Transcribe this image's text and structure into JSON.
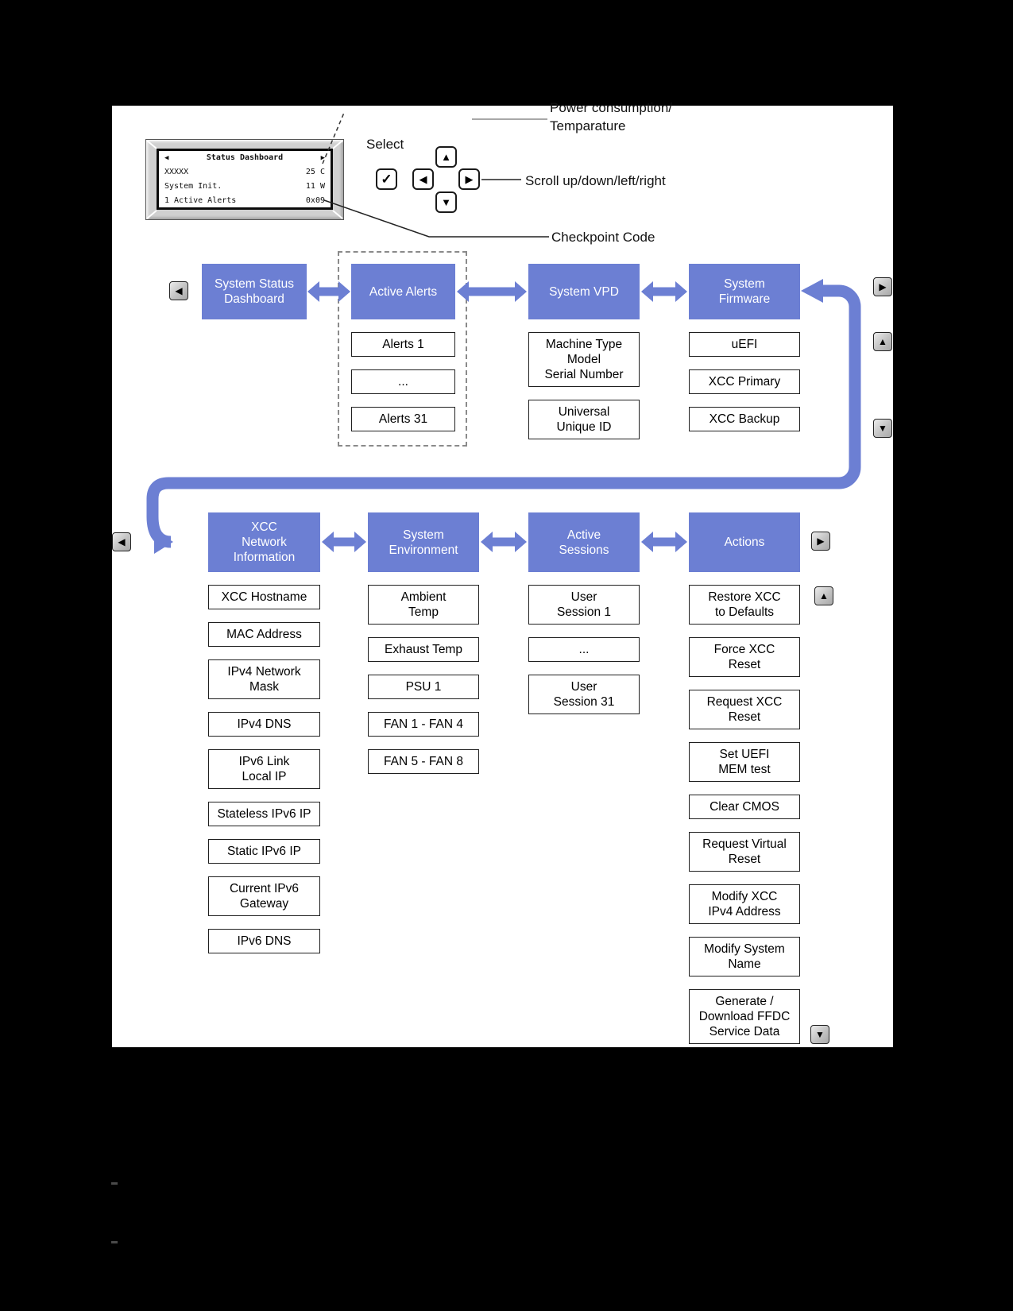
{
  "lcd": {
    "title": "Status Dashboard",
    "rows": [
      {
        "left": "XXXXX",
        "right": "25 C"
      },
      {
        "left": "System Init.",
        "right": "11 W"
      },
      {
        "left": "1 Active Alerts",
        "right": "0x09"
      }
    ]
  },
  "callouts": {
    "select": "Select",
    "scroll": "Scroll up/down/left/right",
    "power": "Power consumption/\nTemparature",
    "checkpoint": "Checkpoint Code"
  },
  "icons": {
    "check": "✓",
    "left": "◀",
    "right": "▶",
    "up": "▲",
    "down": "▼"
  },
  "colors": {
    "accent_blue": "#6C7FD3"
  },
  "menu": {
    "row1": [
      {
        "id": "system-status-dashboard",
        "title": "System Status\nDashboard",
        "items": []
      },
      {
        "id": "active-alerts",
        "title": "Active Alerts",
        "items": [
          "Alerts 1",
          "...",
          "Alerts 31"
        ]
      },
      {
        "id": "system-vpd",
        "title": "System VPD",
        "items": [
          "Machine Type\nModel\nSerial Number",
          "Universal\nUnique ID"
        ]
      },
      {
        "id": "system-firmware",
        "title": "System\nFirmware",
        "items": [
          "uEFI",
          "XCC Primary",
          "XCC Backup"
        ]
      }
    ],
    "row2": [
      {
        "id": "xcc-network-information",
        "title": "XCC\nNetwork\nInformation",
        "items": [
          "XCC Hostname",
          "MAC Address",
          "IPv4 Network\nMask",
          "IPv4 DNS",
          "IPv6 Link\nLocal IP",
          "Stateless IPv6 IP",
          "Static IPv6 IP",
          "Current IPv6\nGateway",
          "IPv6 DNS"
        ]
      },
      {
        "id": "system-environment",
        "title": "System\nEnvironment",
        "items": [
          "Ambient\nTemp",
          "Exhaust Temp",
          "PSU 1",
          "FAN 1 - FAN 4",
          "FAN 5 - FAN 8"
        ]
      },
      {
        "id": "active-sessions",
        "title": "Active\nSessions",
        "items": [
          "User\nSession 1",
          "...",
          "User\nSession 31"
        ]
      },
      {
        "id": "actions",
        "title": "Actions",
        "items": [
          "Restore XCC\nto Defaults",
          "Force XCC\nReset",
          "Request XCC\nReset",
          "Set UEFI\nMEM test",
          "Clear CMOS",
          "Request Virtual\nReset",
          "Modify XCC\nIPv4 Address",
          "Modify System\nName",
          "Generate /\nDownload FFDC\nService Data"
        ]
      }
    ]
  }
}
